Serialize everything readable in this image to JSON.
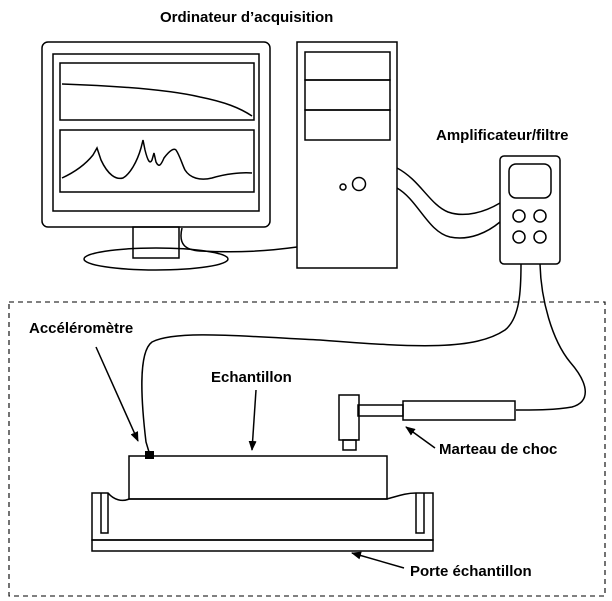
{
  "labels": {
    "computer": "Ordinateur d’acquisition",
    "amplifier": "Amplificateur/filtre",
    "accelerometer": "Accéléromètre",
    "sample": "Echantillon",
    "hammer": "Marteau de choc",
    "sample_holder": "Porte échantillon"
  },
  "colors": {
    "stroke": "#000000",
    "background": "#ffffff"
  }
}
